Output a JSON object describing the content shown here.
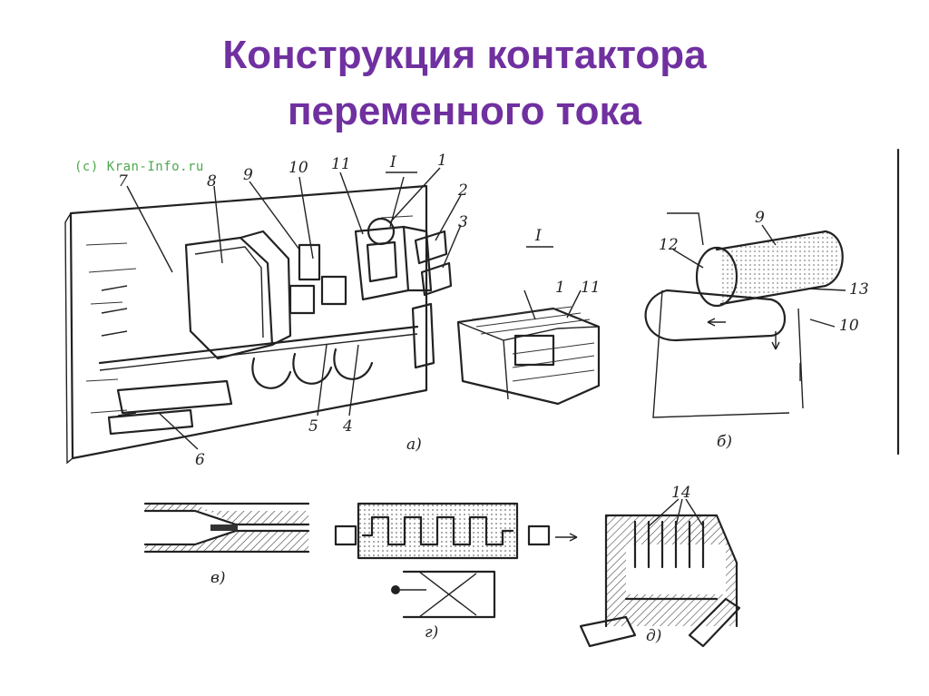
{
  "title": {
    "line1": "Конструкция контактора",
    "line2": "переменного тока"
  },
  "watermark": "(c) Kran-Info.ru",
  "figure": {
    "part_a": {
      "sublabel": "а)",
      "callouts": [
        "7",
        "8",
        "9",
        "10",
        "11",
        "I",
        "1",
        "2",
        "3",
        "6",
        "5",
        "4"
      ]
    },
    "detail_I": {
      "label": "I",
      "callouts": [
        "1",
        "11"
      ]
    },
    "part_b": {
      "sublabel": "б)",
      "callouts": [
        "9",
        "12",
        "13",
        "10"
      ]
    },
    "part_v": {
      "sublabel": "в)"
    },
    "part_g": {
      "sublabel": "г)"
    },
    "part_d": {
      "sublabel": "д)",
      "callouts": [
        "14"
      ]
    }
  }
}
